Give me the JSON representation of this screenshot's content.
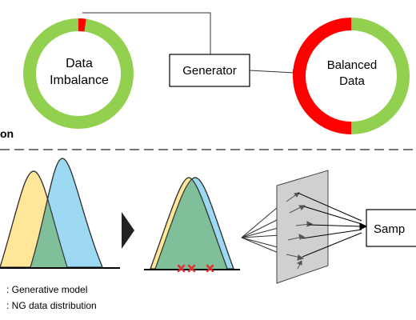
{
  "top": {
    "imbalance_ring": {
      "line1": "Data",
      "line2": "Imbalance",
      "minority_fraction": 0.03
    },
    "generator": {
      "label": "Generator"
    },
    "balanced_ring": {
      "line1": "Balanced",
      "line2": "Data",
      "minority_fraction": 0.5
    }
  },
  "section_heading_fragment": "on",
  "bottom": {
    "sampler_label": "Samp",
    "legend": [
      {
        "text": ": Generative model"
      },
      {
        "text": ": NG data distribution"
      }
    ]
  },
  "colors": {
    "majority_green": "#92d050",
    "minority_red": "#ff0000",
    "generative_yellow": "#ffe699",
    "ng_blue": "#9dd9f3",
    "overlap_teal": "#7fbf9a",
    "marker_red": "#e03030",
    "plane_gray": "#d0d0d0",
    "divider_gray": "#777777"
  }
}
